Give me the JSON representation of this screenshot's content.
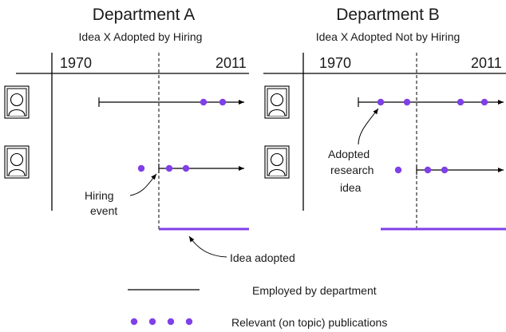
{
  "panel_a": {
    "title": "Department A",
    "subtitle": "Idea X Adopted by Hiring",
    "year_start": "1970",
    "year_end": "2011",
    "note_hiring": [
      "Hiring",
      "event"
    ]
  },
  "panel_b": {
    "title": "Department B",
    "subtitle": "Idea X Adopted Not by Hiring",
    "year_start": "1970",
    "year_end": "2011",
    "note_adopted": [
      "Adopted",
      "research",
      "idea"
    ]
  },
  "idea_adopted_label": "Idea adopted",
  "legend": {
    "employed": "Employed by department",
    "publications": "Relevant (on topic) publications"
  },
  "colors": {
    "publication": "#8040e8",
    "adoption_bar": "#8040e8",
    "line": "#000000"
  },
  "icons": [
    "person-avatar-icon",
    "arrow-icon"
  ]
}
